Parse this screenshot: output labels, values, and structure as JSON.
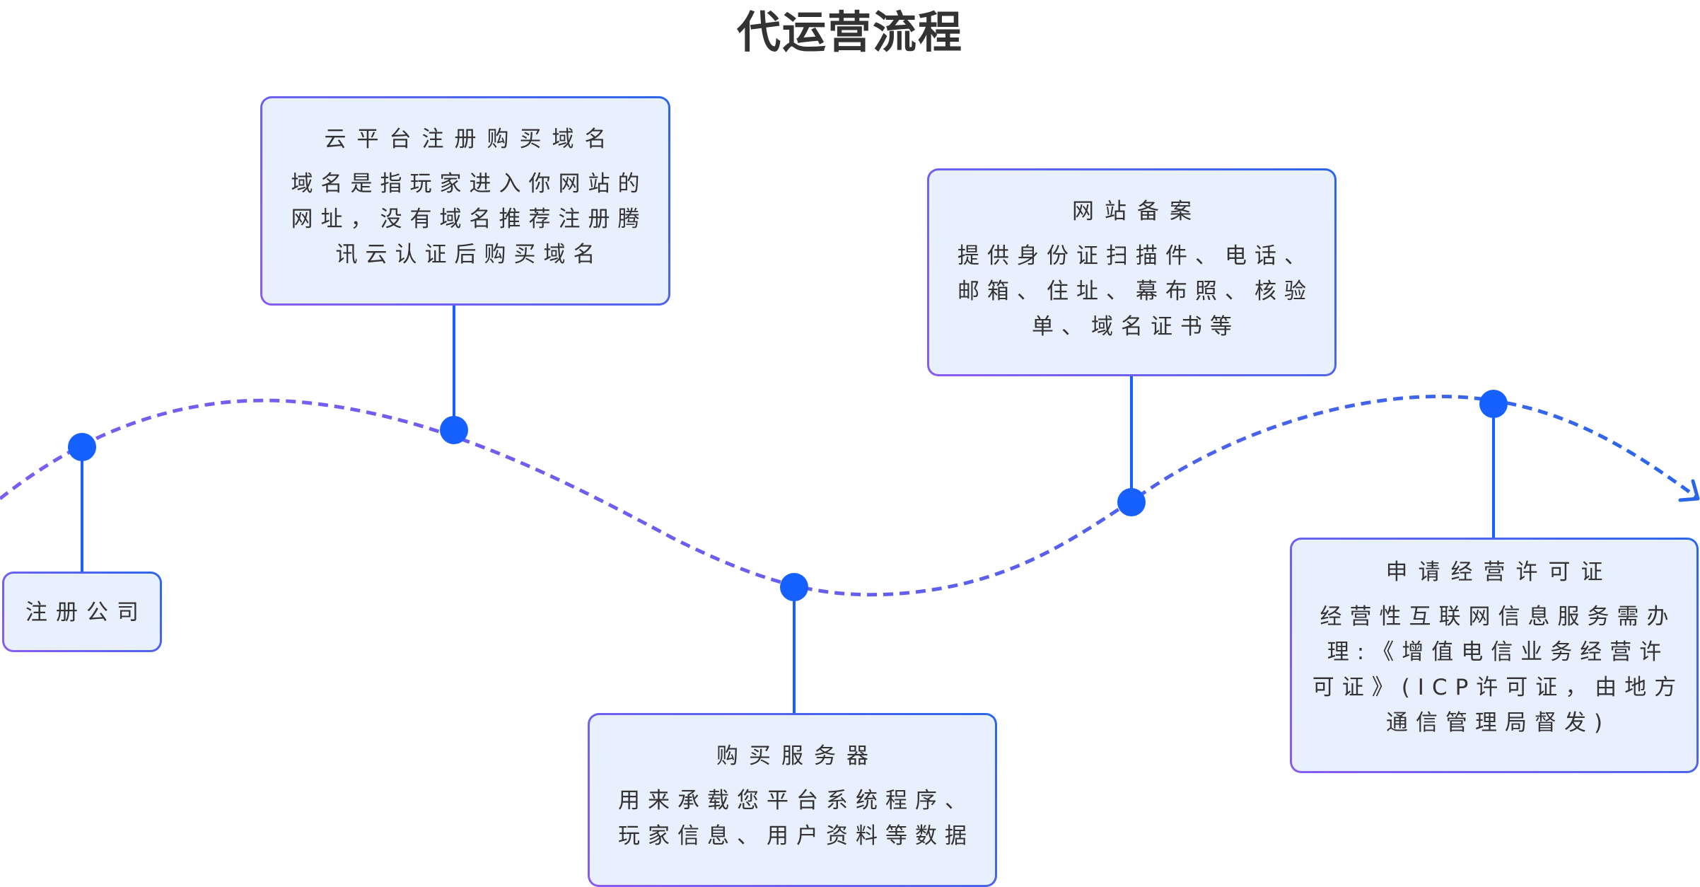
{
  "title": "代运营流程",
  "colors": {
    "accent_blue": "#1660ff",
    "curve_start": "#7b5cf0",
    "curve_end": "#2a66ea",
    "card_fill": "#e8effd",
    "text": "#333333"
  },
  "steps": [
    {
      "title": "注册公司",
      "body": []
    },
    {
      "title": "云平台注册购买域名",
      "body": [
        "域名是指玩家进入你网站的",
        "网址，没有域名推荐注册腾",
        "讯云认证后购买域名"
      ]
    },
    {
      "title": "购买服务器",
      "body": [
        "用来承载您平台系统程序、",
        "玩家信息、用户资料等数据"
      ]
    },
    {
      "title": "网站备案",
      "body": [
        "提供身份证扫描件、电话、",
        "邮箱、住址、幕布照、核验",
        "单、域名证书等"
      ]
    },
    {
      "title": "申请经营许可证",
      "body": [
        "经营性互联网信息服务需办",
        "理:《增值电信业务经营许",
        "可证》(ICP许可证，由地方",
        "通信管理局督发)"
      ]
    }
  ]
}
